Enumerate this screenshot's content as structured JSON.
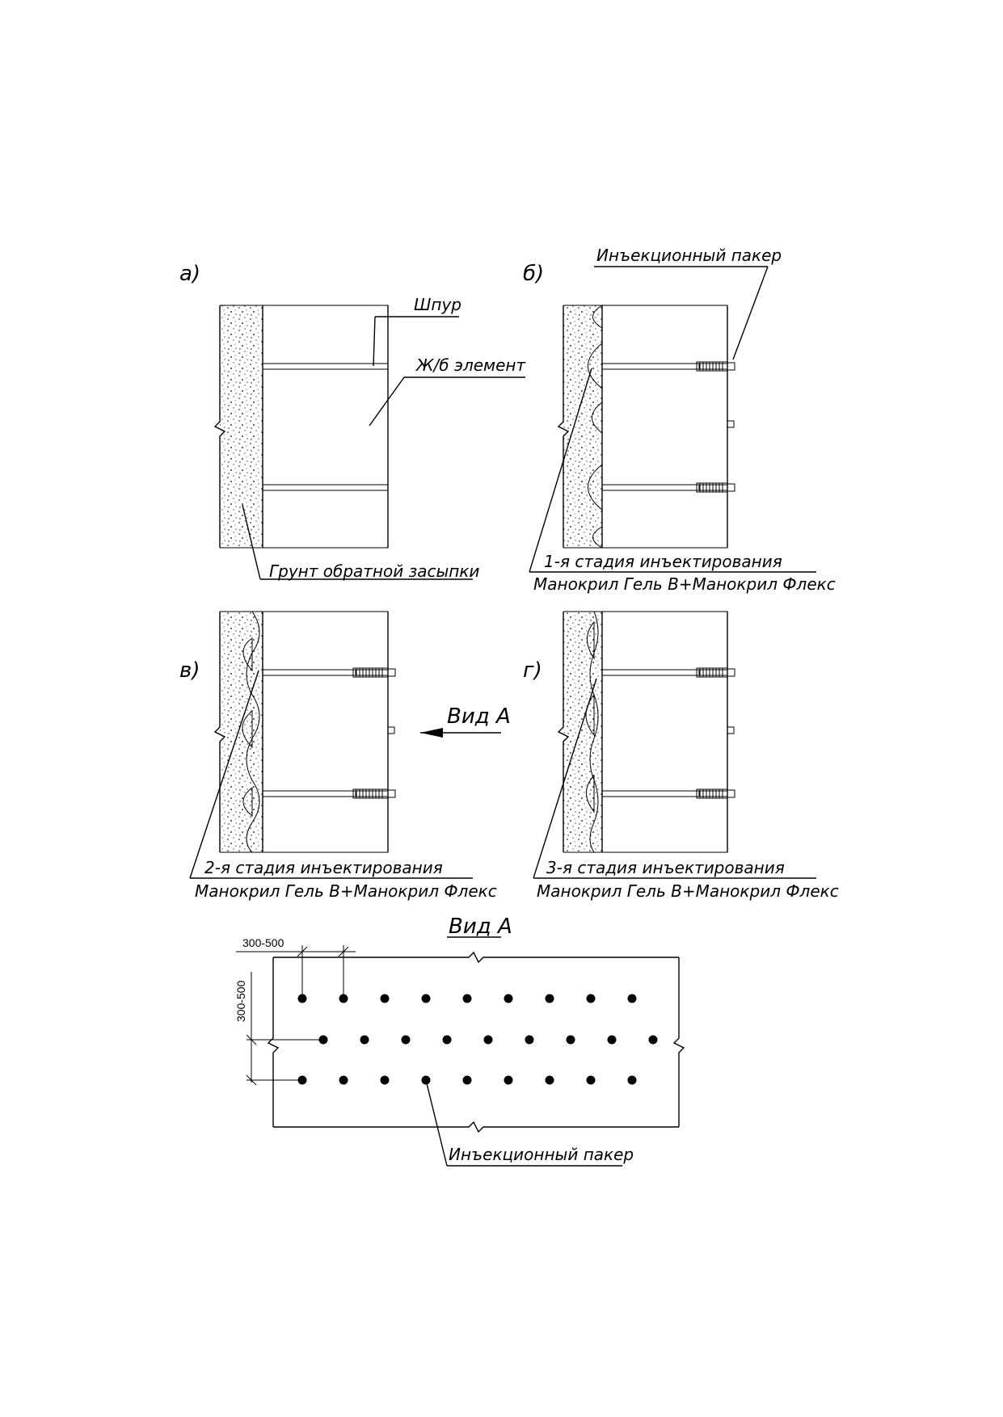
{
  "panels": {
    "a": {
      "letter": "а)",
      "label_hole": "Шпур",
      "label_element": "Ж/б элемент",
      "label_soil": "Грунт обратной засыпки"
    },
    "b": {
      "letter": "б)",
      "label_packer": "Инъекционный пакер",
      "stage": "1-я стадия инъектирования",
      "material": "Манокрил Гель В+Манокрил Флекс"
    },
    "c": {
      "letter": "в)",
      "stage": "2-я стадия инъектирования",
      "material": "Манокрил Гель В+Манокрил Флекс",
      "view_arrow": "Вид А"
    },
    "d": {
      "letter": "г)",
      "stage": "3-я стадия инъектирования",
      "material": "Манокрил Гель В+Манокрил Флекс"
    }
  },
  "view_a": {
    "title": "Вид А",
    "dim_horizontal": "300-500",
    "dim_vertical": "300-500",
    "label_packer": "Инъекционный пакер",
    "rows": [
      9,
      9,
      9
    ]
  },
  "colors": {
    "line": "#000000",
    "gel_light": "#c8c8c8",
    "gel_mid": "#8c8c8c",
    "gel_dark": "#555555"
  }
}
